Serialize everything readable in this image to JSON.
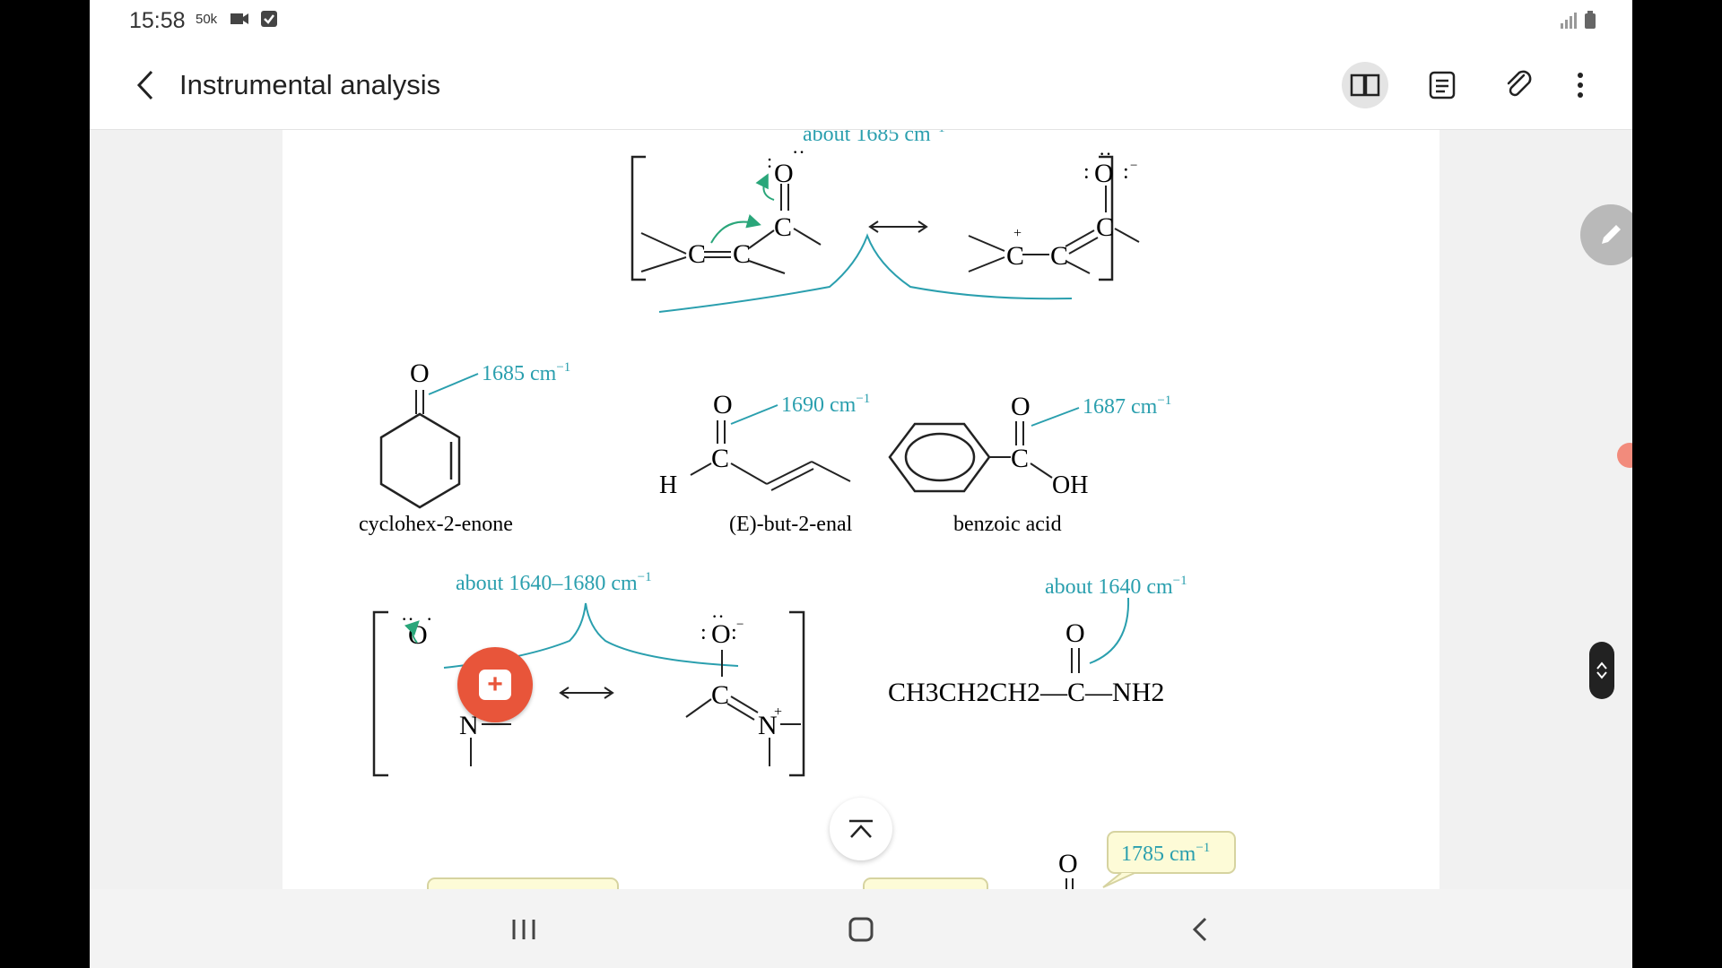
{
  "status": {
    "time": "15:58",
    "net": "50k"
  },
  "appbar": {
    "title": "Instrumental analysis"
  },
  "toolbar": {
    "book_icon": "book-icon",
    "text_icon": "text-icon",
    "clip_icon": "paperclip-icon",
    "more_icon": "more-icon"
  },
  "doc": {
    "top_band": "about 1685 cm",
    "label_1685": "1685 cm",
    "label_1690": "1690 cm",
    "label_1687": "1687 cm",
    "name_cyclohex": "cyclohex-2-enone",
    "name_butenal": "(E)-but-2-enal",
    "name_benzoic": "benzoic acid",
    "amide_band": "about 1640–1680 cm",
    "amide2_band": "about 1640 cm",
    "amide_formula": "CH3CH2CH2—C—NH2",
    "label_1785": "1785 cm"
  },
  "colors": {
    "teal": "#2a9fae",
    "green": "#2aa67a",
    "orange": "#e8553a"
  }
}
